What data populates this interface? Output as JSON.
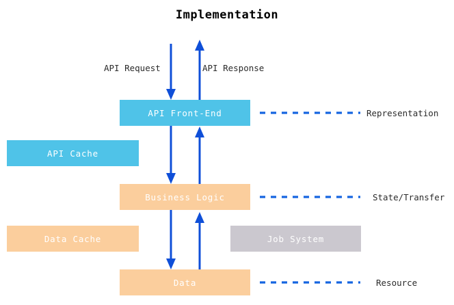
{
  "diagram": {
    "title": "Implementation",
    "colors": {
      "representation_layer": "#4FC3E8",
      "state_transfer_layer": "#FBCE9D",
      "job_system": "#CBC8CF",
      "arrow": "#0F4FD8",
      "dashed_connector": "#1565E0",
      "node_label": "#FFFFFF",
      "text": "#2B2B2B",
      "background": "#FFFFFF"
    },
    "nodes": [
      {
        "id": "api-front-end",
        "label": "API Front-End",
        "layer": "representation",
        "color": "#4FC3E8"
      },
      {
        "id": "api-cache",
        "label": "API Cache",
        "layer": "representation",
        "color": "#4FC3E8"
      },
      {
        "id": "business-logic",
        "label": "Business Logic",
        "layer": "state-transfer",
        "color": "#FBCE9D"
      },
      {
        "id": "data-cache",
        "label": "Data Cache",
        "layer": "state-transfer",
        "color": "#FBCE9D"
      },
      {
        "id": "job-system",
        "label": "Job System",
        "layer": "state-transfer",
        "color": "#CBC8CF"
      },
      {
        "id": "data",
        "label": "Data",
        "layer": "resource",
        "color": "#FBCE9D"
      }
    ],
    "flow_labels": [
      {
        "id": "api-request",
        "label": "API Request",
        "direction": "down"
      },
      {
        "id": "api-response",
        "label": "API Response",
        "direction": "up"
      }
    ],
    "side_labels": [
      {
        "id": "representation",
        "label": "Representation",
        "connects_to": "api-front-end",
        "line_style": "dashed"
      },
      {
        "id": "state-transfer",
        "label": "State/Transfer",
        "connects_to": "business-logic",
        "line_style": "dashed"
      },
      {
        "id": "resource",
        "label": "Resource",
        "connects_to": "data",
        "line_style": "dashed"
      }
    ]
  }
}
